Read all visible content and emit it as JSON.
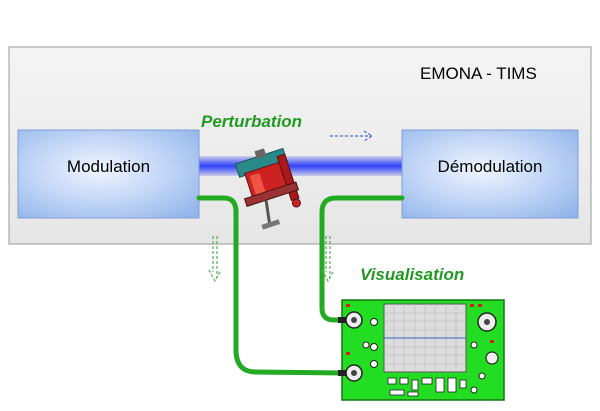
{
  "bus": {
    "label": "EMONA  -  TIMS"
  },
  "blocks": {
    "modulation": "Modulation",
    "demodulation": "Démodulation"
  },
  "labels": {
    "perturbation": "Perturbation",
    "visualisation": "Visualisation"
  },
  "icons": {
    "perturbation": "clamp-vise-icon",
    "visualisation": "oscilloscope-icon",
    "flow": "dashed-arrow-icon"
  },
  "colors": {
    "signal_path": "#2233ee",
    "probe_cable": "#22aa22",
    "block_fill": "#a8c4f0",
    "label_green": "#229922",
    "scope_body": "#22dd22"
  }
}
